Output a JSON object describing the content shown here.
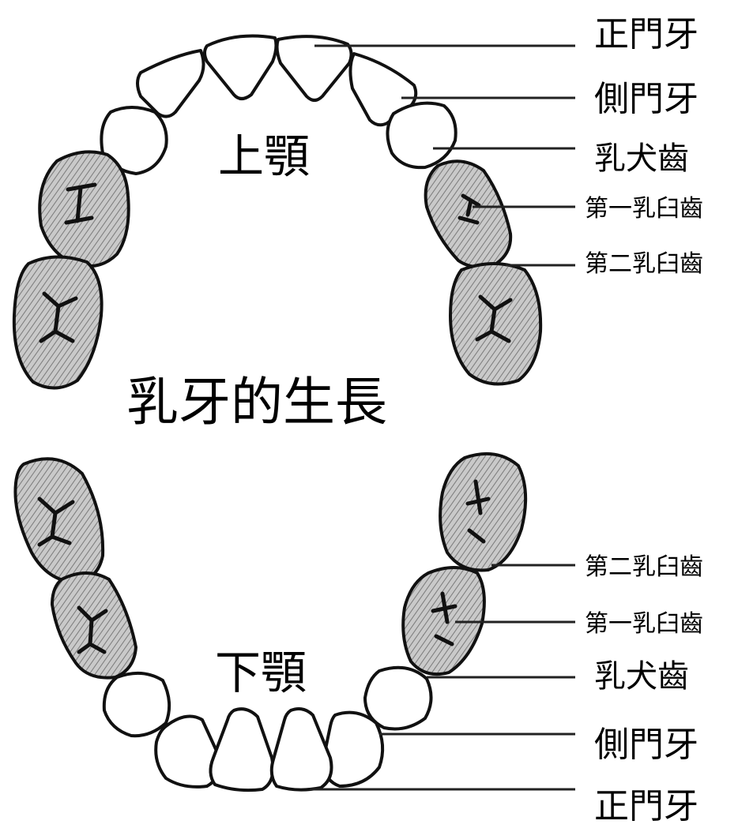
{
  "title": "乳牙的生長",
  "upper": {
    "jaw_label": "上顎",
    "labels": {
      "central_incisor": "正門牙",
      "lateral_incisor": "側門牙",
      "canine": "乳犬齒",
      "first_molar": "第一乳臼齒",
      "second_molar": "第二乳臼齒"
    }
  },
  "lower": {
    "jaw_label": "下顎",
    "labels": {
      "second_molar": "第二乳臼齒",
      "first_molar": "第一乳臼齒",
      "canine": "乳犬齒",
      "lateral_incisor": "側門牙",
      "central_incisor": "正門牙"
    }
  }
}
